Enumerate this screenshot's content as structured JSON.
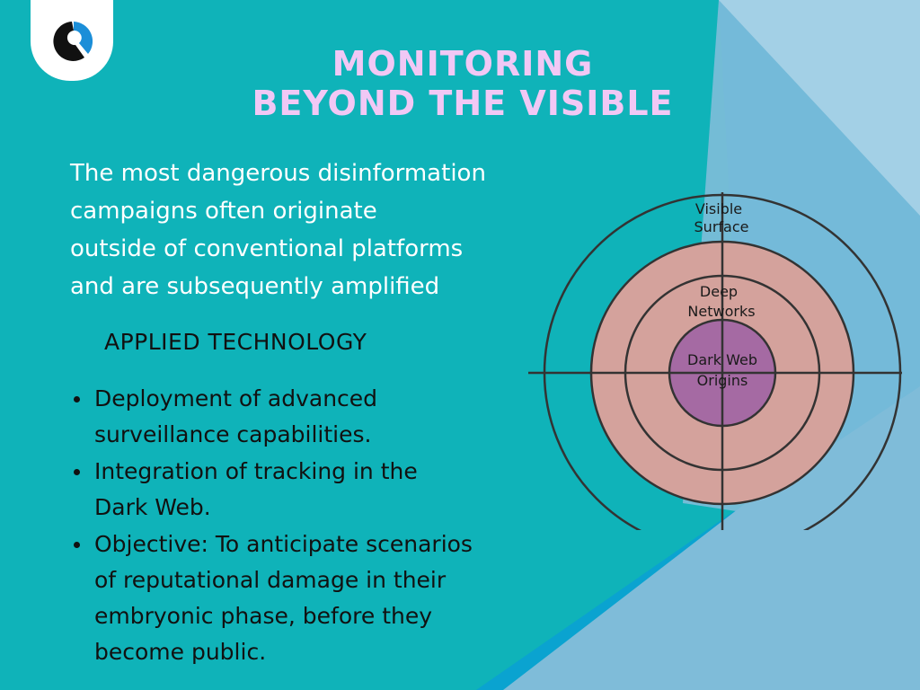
{
  "title": {
    "line1": "MONITORING",
    "line2": "BEYOND THE VISIBLE"
  },
  "intro": {
    "lines": [
      "The most dangerous disinformation",
      "campaigns often originate",
      "outside of conventional platforms",
      "and are subsequently amplified"
    ]
  },
  "section": {
    "heading": "APPLIED TECHNOLOGY",
    "bullets": [
      {
        "lines": [
          "Deployment of advanced",
          "surveillance capabilities."
        ]
      },
      {
        "lines": [
          "Integration of tracking in the",
          "Dark Web."
        ]
      },
      {
        "lines": [
          "Objective: To anticipate scenarios",
          "of reputational damage in their",
          "embryonic phase, before they",
          "become public."
        ]
      }
    ]
  },
  "diagram": {
    "outer": [
      "Visible",
      "Surface"
    ],
    "middle": [
      "Deep",
      "Networks"
    ],
    "inner": [
      "Dark Web",
      "Origins"
    ]
  },
  "colors": {
    "background": "#0fb3b9",
    "title": "#f1c8f5",
    "ring_fill": "#d4a29c",
    "core_fill": "#a56aa3",
    "light_blue": "#7fbcd9",
    "deep_blue": "#0aa3d0"
  },
  "icons": {
    "logo": "brand-logo-icon"
  }
}
